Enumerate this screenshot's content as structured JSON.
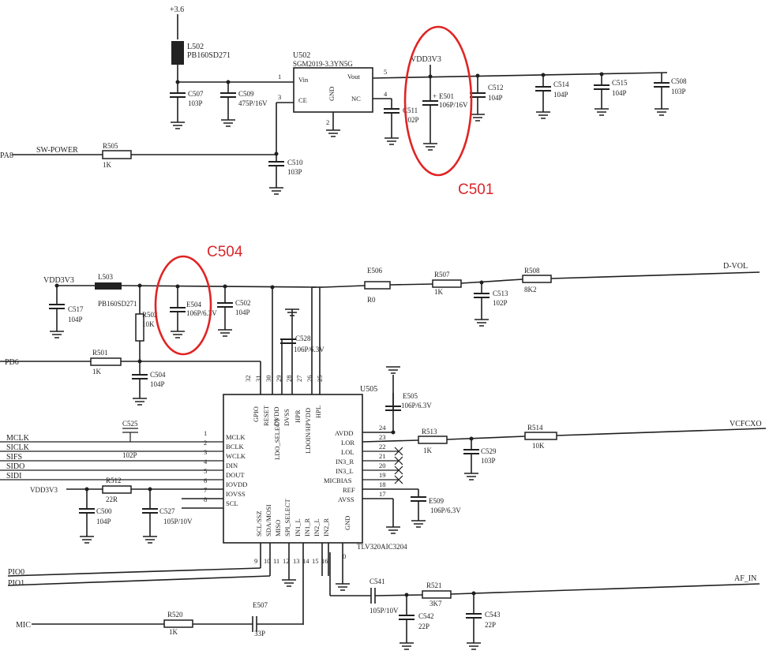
{
  "top": {
    "rail": "+3.6",
    "l502": {
      "ref": "L502",
      "val": "PB160SD271"
    },
    "u502": {
      "ref": "U502",
      "part": "SGM2019-3.3YN5G",
      "vin": "Vin",
      "ce": "CE",
      "gnd": "GND",
      "vout": "Vout",
      "nc": "NC",
      "p1": "1",
      "p2": "2",
      "p3": "3",
      "p4": "4",
      "p5": "5"
    },
    "c507": {
      "ref": "C507",
      "val": "103P"
    },
    "c509": {
      "ref": "C509",
      "val": "475P/16V"
    },
    "c510": {
      "ref": "C510",
      "val": "103P"
    },
    "c511": {
      "ref": "C511",
      "val": "102P"
    },
    "e501": {
      "ref": "E501",
      "val": "106P/16V"
    },
    "c512": {
      "ref": "C512",
      "val": "104P"
    },
    "c514": {
      "ref": "C514",
      "val": "104P"
    },
    "c515": {
      "ref": "C515",
      "val": "104P"
    },
    "c508": {
      "ref": "C508",
      "val": "103P"
    },
    "vdd": "VDD3V3",
    "pa8": "PA8",
    "swpower": "SW-POWER",
    "r505": {
      "ref": "R505",
      "val": "1K"
    }
  },
  "bottom": {
    "vdd": "VDD3V3",
    "l503": {
      "ref": "L503",
      "val": "PB160SD271"
    },
    "c517": {
      "ref": "C517",
      "val": "104P"
    },
    "e504": {
      "ref": "E504",
      "val": "106P/6.3V"
    },
    "c502": {
      "ref": "C502",
      "val": "104P"
    },
    "r502": {
      "ref": "R502",
      "val": "10K"
    },
    "c504": {
      "ref": "C504",
      "val": "104P"
    },
    "pd6": "PD6",
    "r501": {
      "ref": "R501",
      "val": "1K"
    },
    "c528": {
      "ref": "C528",
      "val": "106P/6.3V"
    },
    "e506": {
      "ref": "E506",
      "val": "R0"
    },
    "r507": {
      "ref": "R507",
      "val": "1K"
    },
    "c513": {
      "ref": "C513",
      "val": "102P"
    },
    "r508": {
      "ref": "R508",
      "val": "8K2"
    },
    "dvol": "D-VOL",
    "u505": {
      "ref": "U505",
      "part": "TLV320AIC3204"
    },
    "e505": {
      "ref": "E505",
      "val": "106P/6.3V"
    },
    "r513": {
      "ref": "R513",
      "val": "1K"
    },
    "c529": {
      "ref": "C529",
      "val": "103P"
    },
    "r514": {
      "ref": "R514",
      "val": "10K"
    },
    "vcfcxo": "VCFCXO",
    "e509": {
      "ref": "E509",
      "val": "106P/6.3V"
    },
    "c525": {
      "ref": "C525",
      "val": "102P"
    },
    "r512": {
      "ref": "R512",
      "val": "22R"
    },
    "c500": {
      "ref": "C500",
      "val": "104P"
    },
    "c527": {
      "ref": "C527",
      "val": "105P/10V"
    },
    "vdd2": "VDD3V3",
    "nets_left": [
      "MCLK",
      "SICLK",
      "SIFS",
      "SIDO",
      "SIDI"
    ],
    "left_pins": [
      "MCLK",
      "BCLK",
      "WCLK",
      "DIN",
      "DOUT",
      "IOVDD",
      "IOVSS",
      "SCL"
    ],
    "left_nums": [
      "1",
      "2",
      "3",
      "4",
      "5",
      "6",
      "7",
      "8"
    ],
    "right_pins": [
      "AVDD",
      "LOR",
      "LOL",
      "IN3_R",
      "IN3_L",
      "MICBIAS",
      "REF",
      "AVSS"
    ],
    "right_nums": [
      "24",
      "23",
      "22",
      "21",
      "20",
      "19",
      "18",
      "17"
    ],
    "top_pins": [
      "GPIO",
      "RESET",
      "DVDD",
      "DVSS",
      "HPR",
      "LDOIN/HPVDD",
      "HPL"
    ],
    "top_nums": [
      "32",
      "31",
      "30",
      "29",
      "28",
      "27",
      "26",
      "25"
    ],
    "bottom_pins": [
      "SCL/SSZ",
      "SDA/MOSI",
      "MISO",
      "SPI_SELECT",
      "IN1_L",
      "IN1_R",
      "IN2_L",
      "IN2_R",
      "GND"
    ],
    "bottom_nums": [
      "9",
      "10",
      "11",
      "12",
      "13",
      "14",
      "15",
      "16",
      "0"
    ],
    "ldo_select": "LDO_SELECT",
    "pio0": "PIO0",
    "pio1": "PIO1",
    "mic": "MIC",
    "r520": {
      "ref": "R520",
      "val": "1K"
    },
    "e507": {
      "ref": "E507",
      "val": "33P"
    },
    "c541": {
      "ref": "C541",
      "val": "105P/10V"
    },
    "r521": {
      "ref": "R521",
      "val": "3K7"
    },
    "c542": {
      "ref": "C542",
      "val": "22P"
    },
    "c543": {
      "ref": "C543",
      "val": "22P"
    },
    "afin": "AF_IN"
  },
  "annotations": {
    "c501": "C501",
    "c504": "C504"
  }
}
